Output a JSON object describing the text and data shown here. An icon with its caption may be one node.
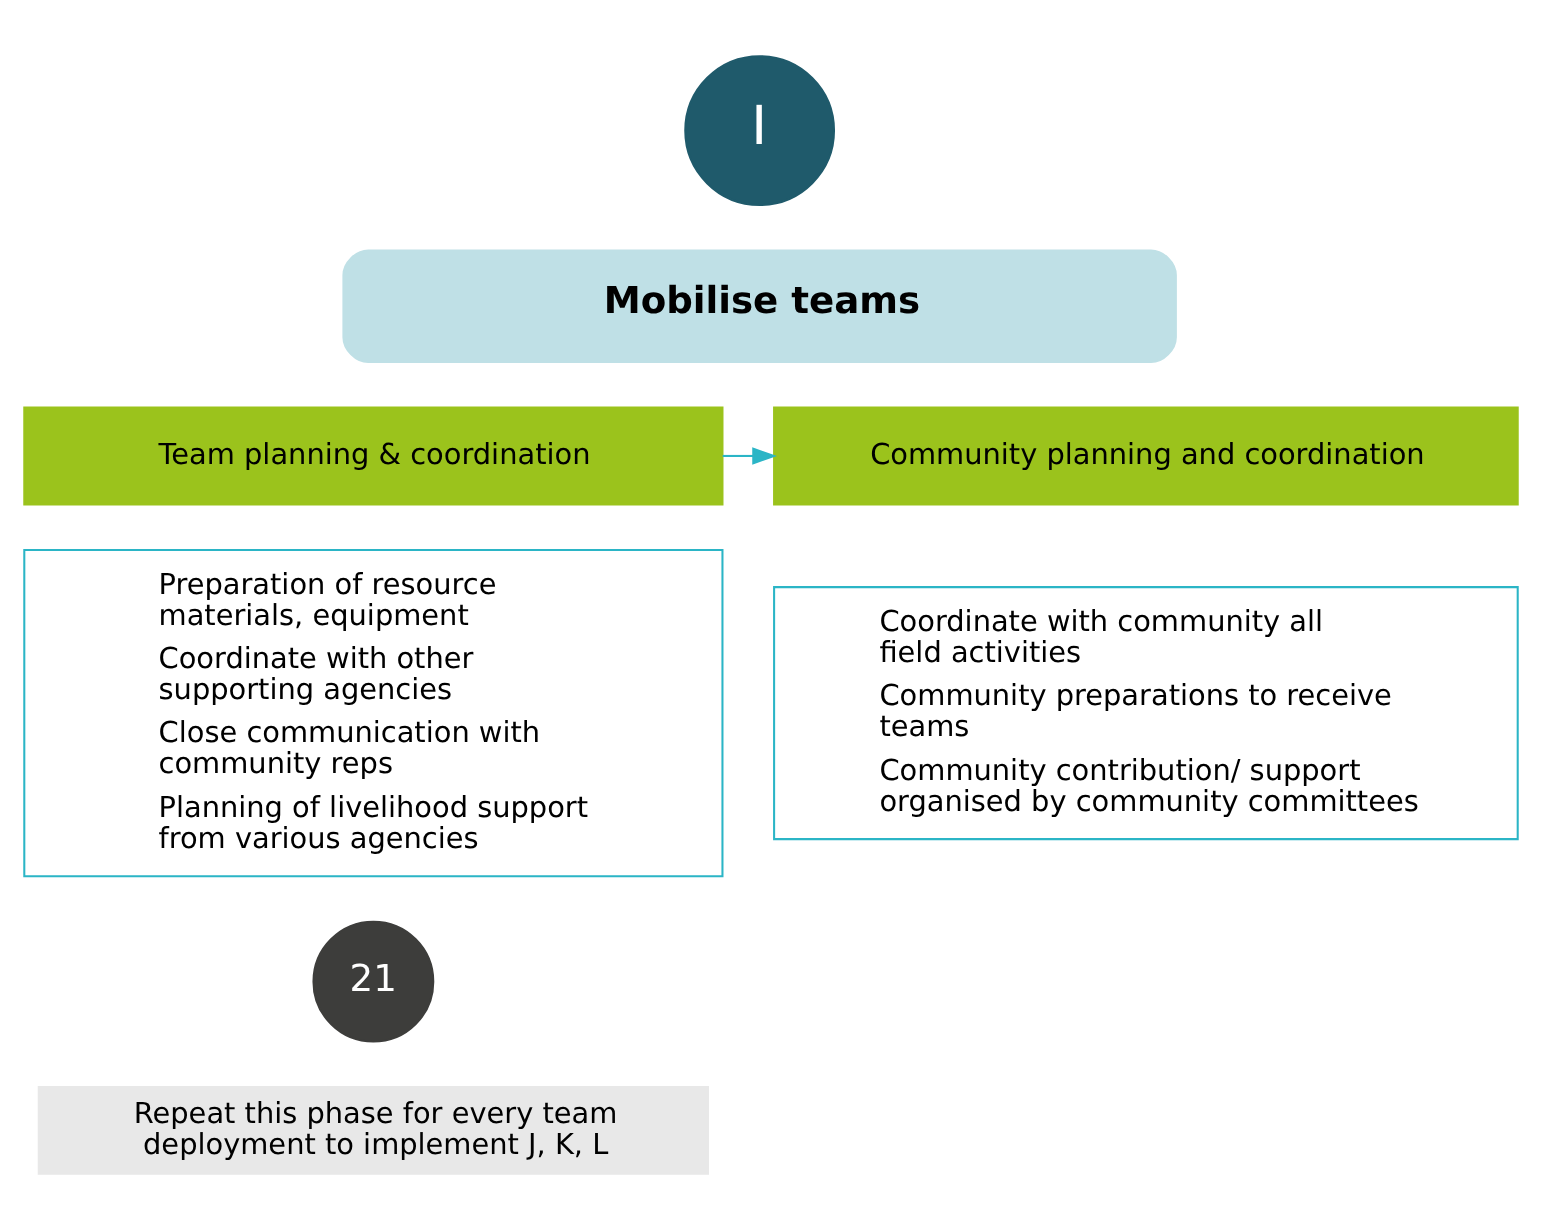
{
  "diagram": {
    "nodes": [
      {
        "text": [
          "I"
        ]
      },
      {
        "text": [
          "Mobilise teams"
        ]
      },
      {
        "text": [
          "Team planning & coordination"
        ]
      },
      {
        "text": [
          "Community planning and coordination"
        ]
      },
      {
        "text": [
          "Preparation of resource materials, equipment",
          "Coordinate with other supporting agencies",
          "Close communication with community reps",
          "Planning of livelihood support from various agencies"
        ]
      },
      {
        "text": [
          "Coordinate with community all field activities",
          "Community preparations to receive teams",
          "Community contribution/ support organised by community committees"
        ]
      },
      {
        "text": [
          "21"
        ]
      },
      {
        "text": [
          "Repeat this phase for every team deployment to implement J, K, L"
        ]
      }
    ],
    "edges": [
      {
        "from": 2,
        "to": 3,
        "arrow": "to"
      }
    ]
  }
}
